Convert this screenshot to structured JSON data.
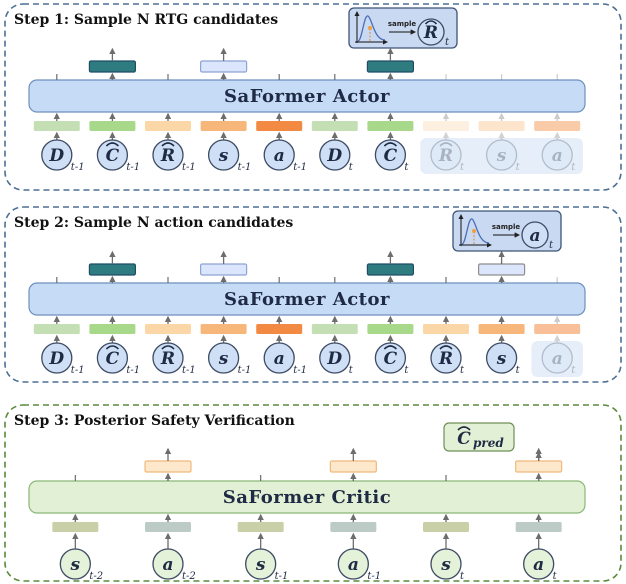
{
  "steps": [
    {
      "title": "Step 1: Sample N RTG candidates",
      "model": "SaFormer Actor",
      "theme": "actor",
      "inset": {
        "label": "sample",
        "symbol": "R",
        "hat": true,
        "sub": "t"
      },
      "tokens": [
        {
          "sym": "D",
          "hat": false,
          "sub": "t-1",
          "faded": false
        },
        {
          "sym": "C",
          "hat": true,
          "sub": "t-1",
          "faded": false
        },
        {
          "sym": "R",
          "hat": true,
          "sub": "t-1",
          "faded": false
        },
        {
          "sym": "s",
          "hat": false,
          "sub": "t-1",
          "faded": false
        },
        {
          "sym": "a",
          "hat": false,
          "sub": "t-1",
          "faded": false
        },
        {
          "sym": "D",
          "hat": false,
          "sub": "t",
          "faded": false
        },
        {
          "sym": "C",
          "hat": true,
          "sub": "t",
          "faded": false
        },
        {
          "sym": "R",
          "hat": true,
          "sub": "t",
          "faded": true
        },
        {
          "sym": "s",
          "hat": false,
          "sub": "t",
          "faded": true
        },
        {
          "sym": "a",
          "hat": false,
          "sub": "t",
          "faded": true
        }
      ],
      "embed_colors": [
        "#c5dfb5",
        "#a8d88a",
        "#fbd7a8",
        "#f8b77a",
        "#f38a44",
        "#c5dfb5",
        "#a8d88a",
        "#fde3c8",
        "#fcd0a4",
        "#f6a063"
      ],
      "outputs": [
        {
          "col": 1,
          "fill": "#2e7b80",
          "stroke": "#1f4e66"
        },
        {
          "col": 3,
          "fill": "#dbe5fb",
          "stroke": "#8ea4d2"
        },
        {
          "col": 6,
          "fill": "#2e7b80",
          "stroke": "#1f4e66"
        }
      ]
    },
    {
      "title": "Step 2: Sample N action candidates",
      "model": "SaFormer Actor",
      "theme": "actor",
      "inset": {
        "label": "sample",
        "symbol": "a",
        "hat": false,
        "sub": "t"
      },
      "tokens": [
        {
          "sym": "D",
          "hat": false,
          "sub": "t-1",
          "faded": false
        },
        {
          "sym": "C",
          "hat": true,
          "sub": "t-1",
          "faded": false
        },
        {
          "sym": "R",
          "hat": true,
          "sub": "t-1",
          "faded": false
        },
        {
          "sym": "s",
          "hat": false,
          "sub": "t-1",
          "faded": false
        },
        {
          "sym": "a",
          "hat": false,
          "sub": "t-1",
          "faded": false
        },
        {
          "sym": "D",
          "hat": false,
          "sub": "t",
          "faded": false
        },
        {
          "sym": "C",
          "hat": true,
          "sub": "t",
          "faded": false
        },
        {
          "sym": "R",
          "hat": true,
          "sub": "t",
          "faded": false
        },
        {
          "sym": "s",
          "hat": false,
          "sub": "t",
          "faded": false
        },
        {
          "sym": "a",
          "hat": false,
          "sub": "t",
          "faded": true
        }
      ],
      "embed_colors": [
        "#c5dfb5",
        "#a8d88a",
        "#fbd7a8",
        "#f8b77a",
        "#f38a44",
        "#c5dfb5",
        "#a8d88a",
        "#fbd7a8",
        "#f8b77a",
        "#f38a44"
      ],
      "outputs": [
        {
          "col": 1,
          "fill": "#2e7b80",
          "stroke": "#1f4e66"
        },
        {
          "col": 3,
          "fill": "#dbe5fb",
          "stroke": "#8ea4d2"
        },
        {
          "col": 6,
          "fill": "#2e7b80",
          "stroke": "#1f4e66"
        },
        {
          "col": 8,
          "fill": "#dbe5fb",
          "stroke": "#8e8e8e"
        }
      ]
    },
    {
      "title": "Step 3: Posterior Safety Verification",
      "model": "SaFormer Critic",
      "theme": "critic",
      "output_label": {
        "symbol": "C",
        "hat": true,
        "sub": "pred"
      },
      "tokens": [
        {
          "sym": "s",
          "hat": false,
          "sub": "t-2",
          "faded": false
        },
        {
          "sym": "a",
          "hat": false,
          "sub": "t-2",
          "faded": false
        },
        {
          "sym": "s",
          "hat": false,
          "sub": "t-1",
          "faded": false
        },
        {
          "sym": "a",
          "hat": false,
          "sub": "t-1",
          "faded": false
        },
        {
          "sym": "s",
          "hat": false,
          "sub": "t",
          "faded": false
        },
        {
          "sym": "a",
          "hat": false,
          "sub": "t",
          "faded": false
        }
      ],
      "embed_colors": [
        "#c9cfa6",
        "#bccbc6",
        "#c9cfa6",
        "#bccbc6",
        "#c9cfa6",
        "#bccbc6"
      ],
      "outputs": [
        {
          "col": 1,
          "fill": "#fde8cc",
          "stroke": "#f0b97c"
        },
        {
          "col": 3,
          "fill": "#fde8cc",
          "stroke": "#f0b97c"
        },
        {
          "col": 5,
          "fill": "#fde8cc",
          "stroke": "#f0b97c"
        }
      ]
    }
  ],
  "colors": {
    "actor_frame": "#4b6f95",
    "critic_frame": "#5a8a3c",
    "actor_bar_fill": "#c5dbf6",
    "actor_bar_stroke": "#6f8fbf",
    "critic_bar_fill": "#e2f1d5",
    "critic_bar_stroke": "#8bb777",
    "actor_token_fill": "#cfe0f6",
    "critic_token_fill": "#e4f2d9",
    "arrow": "#6d6d6d"
  }
}
